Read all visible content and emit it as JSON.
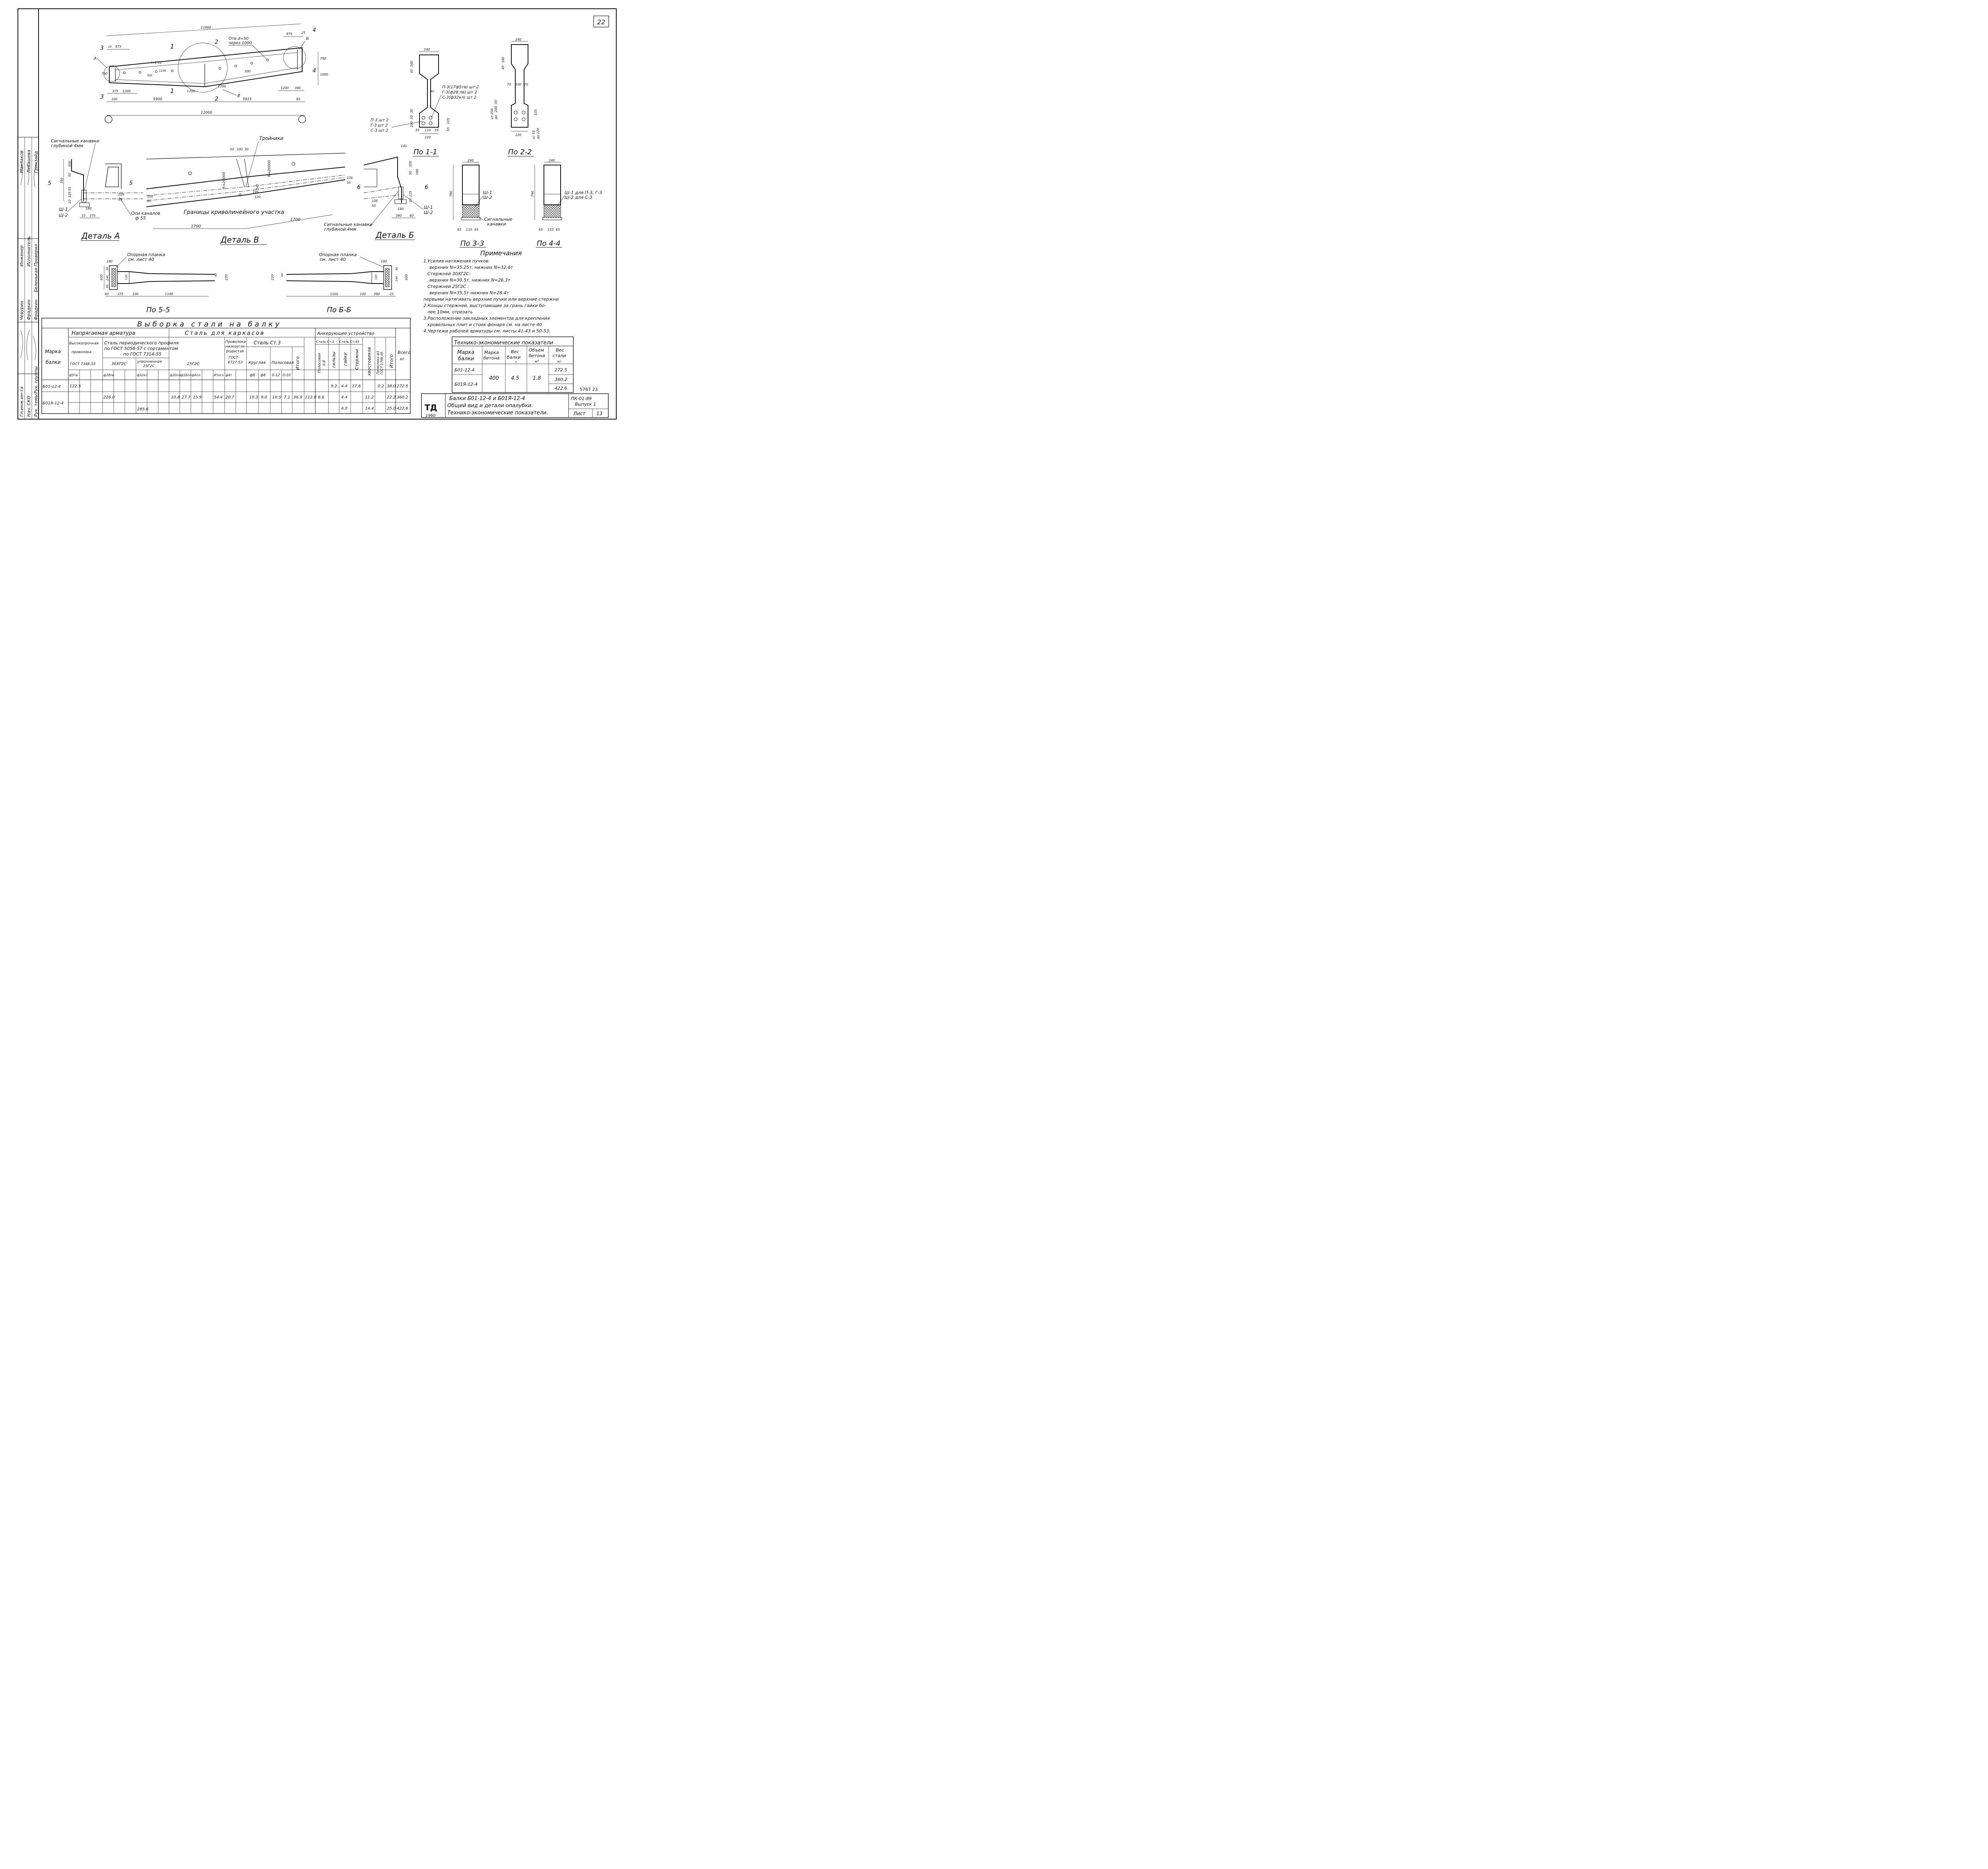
{
  "sheet_number": "22",
  "elevation": {
    "dims": {
      "overall_top": "11990",
      "right_875": "875",
      "right_25": "25",
      "left_25": "25",
      "left_975": "975",
      "slope": "i=1:12",
      "d500a": "500",
      "d1190": "1190",
      "d300": "300",
      "d790_left": "790",
      "d790_right": "790",
      "d1000_right": "1000",
      "d375": "375",
      "d1200_left": "1200",
      "d1700_a": "1700",
      "d1700_b": "1700",
      "d1200_right": "1200",
      "d390": "390",
      "d100": "100",
      "d5900": "5900",
      "d5915": "5915",
      "d85": "85",
      "d12000": "12000"
    },
    "hole_note_1": "Отв d=50",
    "hole_note_2": "через 1000",
    "marks": {
      "s1": "1",
      "s2": "2",
      "s3": "3",
      "s4": "4",
      "a": "А",
      "b": "Б",
      "v": "В"
    }
  },
  "section_1_1": {
    "title": "По 1-1",
    "dims": {
      "top": "240",
      "d40": "40",
      "d160": "160",
      "web": "80",
      "d30": "30",
      "d200": "200",
      "d30b": "30",
      "d105": "105",
      "d55": "55",
      "b55a": "55",
      "b110": "110",
      "b55b": "55",
      "bottom": "220"
    },
    "bundles": [
      "П-3(17ф5тв) шт 2",
      "Г-3(ф28 пв) шт 2",
      "С-3(ф32кл) шт 2"
    ],
    "left_notes": [
      "П-3 шт 2",
      "Г-3 шт 2",
      "С-3 шт 2"
    ]
  },
  "section_2_2": {
    "title": "По 2-2",
    "dims": {
      "top": "240",
      "d40": "40",
      "d160": "160",
      "d70a": "70",
      "d100": "100",
      "d70b": "70",
      "d30": "30",
      "d240": "240",
      "from200": "от 200",
      "to": "до",
      "d105": "105",
      "from55": "от 55",
      "to120": "до 120",
      "bottom": "220"
    }
  },
  "detail_a": {
    "title": "Деталь А",
    "signal_1": "Сигнальные канавки",
    "signal_2": "глубиной 4мм",
    "dims": {
      "d300": "300",
      "d50": "50",
      "d790": "790",
      "d55": "55",
      "d105": "105",
      "d10": "10",
      "d180": "180",
      "d15": "15",
      "d375": "375",
      "d105r": "105",
      "d55r": "55"
    },
    "sh1": "Ш-1",
    "sh2": "Ш-2",
    "axes_1": "Оси каналов",
    "axes_2": "ф 55",
    "s5": "5"
  },
  "detail_v": {
    "title": "Деталь В",
    "tees": "Тройники",
    "r1": "R=20000",
    "r2": "R=20000",
    "boundaries": "Границы криволинейного участка",
    "dims": {
      "d30a": "30",
      "d100": "100",
      "d30b": "30",
      "d105l": "105",
      "d55l": "55",
      "d105m": "105",
      "d120": "120",
      "d340": "340",
      "d105r": "105",
      "d55r": "55",
      "d1700a": "1700",
      "d1700b": "1700"
    }
  },
  "detail_b": {
    "title": "Деталь Б",
    "signal_1": "Сигнальные канавки",
    "signal_2": "глубиной 4мм",
    "dims": {
      "d140": "140",
      "d300": "300",
      "d50": "50",
      "d790": "790",
      "d105": "105",
      "d55": "55",
      "d125": "125",
      "d10": "10",
      "d180": "180",
      "d390": "390",
      "d60": "60"
    },
    "sh1": "Ш-1",
    "sh2": "Ш-2",
    "s6": "6"
  },
  "section_3_3": {
    "title": "По 3-3",
    "dims": {
      "top": "240",
      "h": "790",
      "b65a": "65",
      "b110": "110",
      "b65b": "65"
    },
    "sh1": "Ш-1",
    "sh2": "Ш-2",
    "signal_1": "Сигнальные",
    "signal_2": "канавки"
  },
  "section_4_4": {
    "title": "По 4-4",
    "dims": {
      "top": "240",
      "h": "790",
      "b65a": "65",
      "b110": "110",
      "b65b": "65"
    },
    "sh1": "Ш-1 для П-3, Г-3",
    "sh2": "Ш-2 для С-3"
  },
  "plan_5_5": {
    "title": "По 5-5",
    "plate_1": "Опорная планка",
    "plate_2": "см. лист 40",
    "dims": {
      "d180": "180",
      "d400": "400",
      "d80a": "80",
      "d240": "240",
      "d80b": "80",
      "d120": "120",
      "d80c": "80",
      "d220": "220",
      "d40": "40",
      "d375": "375",
      "d100": "100",
      "d1100": "1100"
    }
  },
  "plan_6_6": {
    "title": "По Б-Б",
    "plate_1": "Опорная планка",
    "plate_2": "см. лист 40",
    "dims": {
      "d180": "180",
      "d220": "220",
      "d80": "80",
      "d120": "120",
      "d80b": "80",
      "d240": "240",
      "d400": "400",
      "d1100": "1100",
      "d100": "100",
      "d390": "390",
      "d25": "25"
    }
  },
  "notes": {
    "title": "Примечания",
    "lines": [
      "1.Усилия натяжения пучков:",
      "верхних N=35.25т, нижних N=32,6т",
      "Стержней 30ХГ2С:",
      "верхних N=30.5т, нижних N=26.3т",
      "Стержней 25Г2С :",
      "верхних N=35,5т нижних N=28.4т",
      "первыми натягивать верхние пучки или верхние стержни",
      "2.Концы стержней, выступающие за грань гайки бо-",
      "лее 10мм, отрезать",
      "3.Расположение закладных элементов для крепления",
      "кровельных плит и стоек фонаря см. на листе 40",
      "4.Чертежи рабочей арматуры см. листы 41-43 и 50-53."
    ]
  },
  "steel_table": {
    "title": "Выборка стали на балку",
    "group_prestressed": "Напрягаемая арматура",
    "group_frames": "Сталь для каркасов",
    "group_anchor": "Анкерующее устройство",
    "h_mark_1": "Марка",
    "h_mark_2": "балки",
    "h_wire_1": "Высокопрочная",
    "h_wire_2": "проволока",
    "h_wire_gost": "ГОСТ 7348-55",
    "h_periodic_1": "Сталь периодического профиля",
    "h_periodic_2": "по ГОСТ 5058-57 с сортаментом",
    "h_periodic_3": "по ГОСТ 7314-55",
    "h_30hg2s": "30ХГ2С",
    "h_hardened_1": "упрочненная",
    "h_hardened_2": "25Г2С",
    "h_25g2s": "25Г2С",
    "h_lowcarb_1": "Проволока",
    "h_lowcarb_2": "низкоугле-",
    "h_lowcarb_3": "родистая",
    "h_lowcarb_4": "ГОСТ-",
    "h_lowcarb_5": "6727-53",
    "h_st3": "Сталь Ст.3",
    "h_round": "Круглая",
    "h_strip": "Полосовая",
    "h_total": "Итого",
    "h_st3b": "Сталь Ст.3",
    "h_st45": "Сталь Ст.45",
    "h_strip8_1": "Полосовая",
    "h_strip8_2": "δ:8",
    "h_sleeves": "гильзы",
    "h_nuts": "гайки",
    "h_rods": "Стержни",
    "h_tails": "хвостовиков",
    "h_wire_gost2_1": "Проволока ф1",
    "h_wire_gost2_2": "ГОСТ 1798-49",
    "h_total2": "Итого",
    "h_grand_1": "Всего",
    "h_grand_2": "кг",
    "sub": [
      "ф5тв",
      "ф28пв",
      "ф32кл",
      "ф20пл",
      "ф18пл",
      "ф6пл",
      "Итого",
      "ф4т",
      "ф8",
      "ф6",
      "δ:12",
      "δ:10"
    ],
    "rows": [
      {
        "mark": "Б01-12-4",
        "cells": [
          "122.5",
          "",
          "",
          "",
          "",
          "",
          "",
          "",
          "",
          "",
          "",
          "",
          "",
          "",
          "",
          "",
          "",
          "9.2",
          "4.4",
          "17.6",
          "",
          "0.2",
          "38.0",
          "272.5"
        ]
      },
      {
        "mark": "",
        "cells": [
          "",
          "226.0",
          "",
          "10.8",
          "27.7",
          "15.9",
          "54.4",
          "20.7",
          "10.3",
          "9.0",
          "10.5",
          "7.1",
          "36.9",
          "112.0",
          "6.6",
          "",
          "4.4",
          "",
          "11.2",
          "",
          "22.2",
          "360.2"
        ]
      },
      {
        "mark": "Б01Я-12-4",
        "cells": [
          "",
          "",
          "285.6",
          "",
          "",
          "",
          "",
          "",
          "",
          "",
          "",
          "",
          "",
          "",
          "",
          "",
          "4.0",
          "",
          "14.4",
          "",
          "25.0",
          "422.6"
        ]
      }
    ]
  },
  "tech_table": {
    "title": "Технико-экономические показатели",
    "h_mark_1": "Марка",
    "h_mark_2": "балки",
    "h_concrete_1": "Марка",
    "h_concrete_2": "бетона",
    "h_weight_1": "Вес",
    "h_weight_2": "балки",
    "h_weight_3": "т",
    "h_volume_1": "Объем",
    "h_volume_2": "бетона",
    "h_volume_3": "м³",
    "h_steel_1": "Вес",
    "h_steel_2": "стали",
    "h_steel_3": "кг",
    "mark_1": "Б01-12-4",
    "mark_2": "Б01Я-12-4",
    "concrete": "400",
    "weight": "4.5",
    "volume": "1.8",
    "steel": [
      "272.5",
      "360.2",
      "422.6"
    ]
  },
  "title_block": {
    "logo": "ТД",
    "year": "1960",
    "line_1": "Балки Б01-12-4 и Б01Я-12-4",
    "line_2": "Общий вид и детали опалубки.",
    "line_3": "Технико-экономические показатели.",
    "series_1": "ПК-01-89",
    "series_2": "Выпуск 1",
    "sheet_label": "Лист",
    "sheet_no": "13",
    "order_no": "5767 23"
  },
  "side_stamp": {
    "roles": [
      "Гл.инж.ин-та",
      "Нач. СКО",
      "Рук. темы",
      "Рук. группы",
      "Инженер",
      "Исполнитель",
      "Проверил"
    ],
    "names": [
      "Чевурин",
      "Фрадкин",
      "Фрадкин",
      "Беленькая",
      "Маклаков",
      "Левашева",
      "Гринзайд"
    ]
  }
}
